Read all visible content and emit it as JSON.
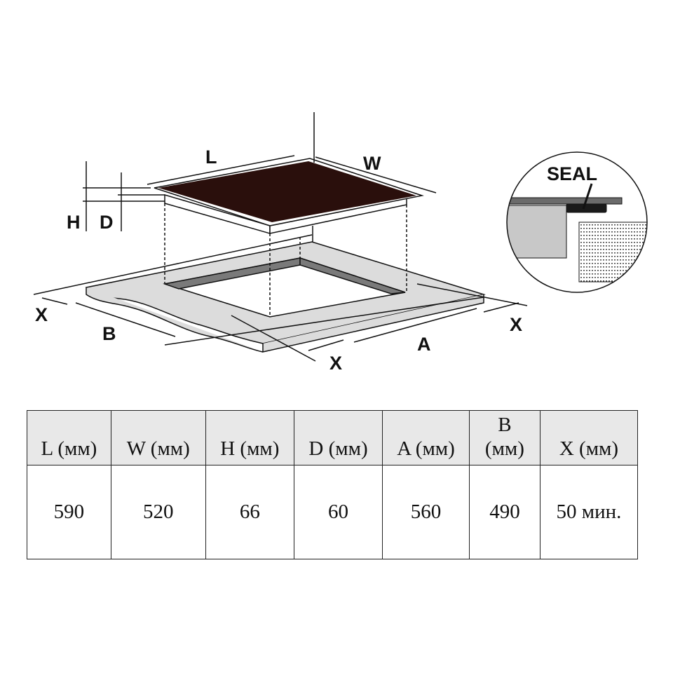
{
  "diagram": {
    "labels": {
      "L": "L",
      "W": "W",
      "H": "H",
      "D": "D",
      "A": "A",
      "B": "B",
      "X": "X",
      "seal": "SEAL"
    }
  },
  "table": {
    "headers": [
      "L (мм)",
      "W (мм)",
      "H (мм)",
      "D (мм)",
      "A (мм)",
      "B (мм)",
      "X (мм)"
    ],
    "values": [
      "590",
      "520",
      "66",
      "60",
      "560",
      "490",
      "50 мин."
    ]
  },
  "colors": {
    "hob_glass": "#2a0f0c",
    "worktop": "#dcdcdc",
    "cutout_edge": "#7a7a7a"
  }
}
